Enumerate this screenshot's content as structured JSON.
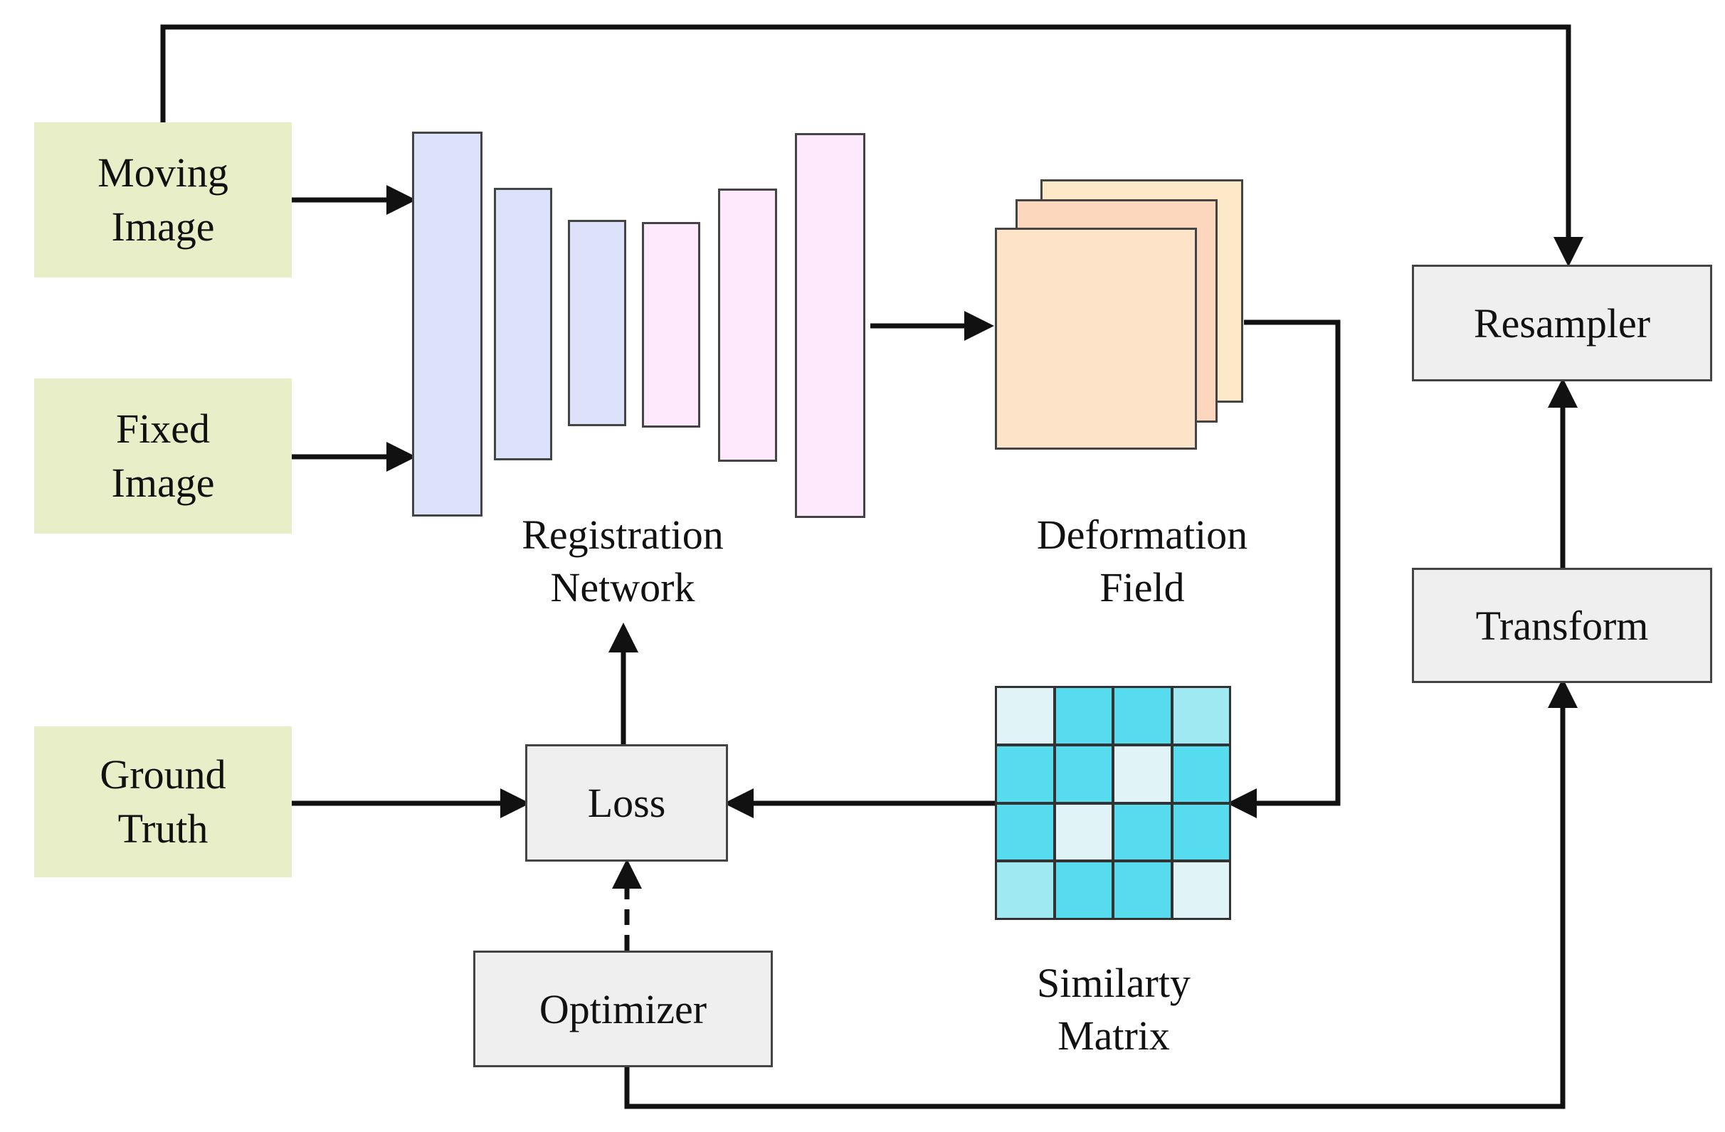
{
  "inputs": {
    "moving_image": [
      "Moving",
      "Image"
    ],
    "fixed_image": [
      "Fixed",
      "Image"
    ],
    "ground_truth": [
      "Ground",
      "Truth"
    ]
  },
  "network": {
    "label": [
      "Registration",
      "Network"
    ],
    "encoder_color": "#dde2fb",
    "decoder_color": "#fde9fb"
  },
  "deformation_field": {
    "label": [
      "Deformation",
      "Field"
    ],
    "layer_colors": [
      "#fde9c8",
      "#fcd7bd",
      "#fde4c8"
    ]
  },
  "similarity_matrix": {
    "label": [
      "Similarty",
      "Matrix"
    ],
    "grid": [
      [
        "#e0f3f6",
        "#56dbef",
        "#56dbef",
        "#9fe9f2"
      ],
      [
        "#56dbef",
        "#56dbef",
        "#e0f3f6",
        "#56dbef"
      ],
      [
        "#56dbef",
        "#e0f3f6",
        "#56dbef",
        "#56dbef"
      ],
      [
        "#9fe9f2",
        "#56dbef",
        "#56dbef",
        "#e0f3f6"
      ]
    ]
  },
  "boxes": {
    "loss": "Loss",
    "optimizer": "Optimizer",
    "resampler": "Resampler",
    "transform": "Transform"
  }
}
